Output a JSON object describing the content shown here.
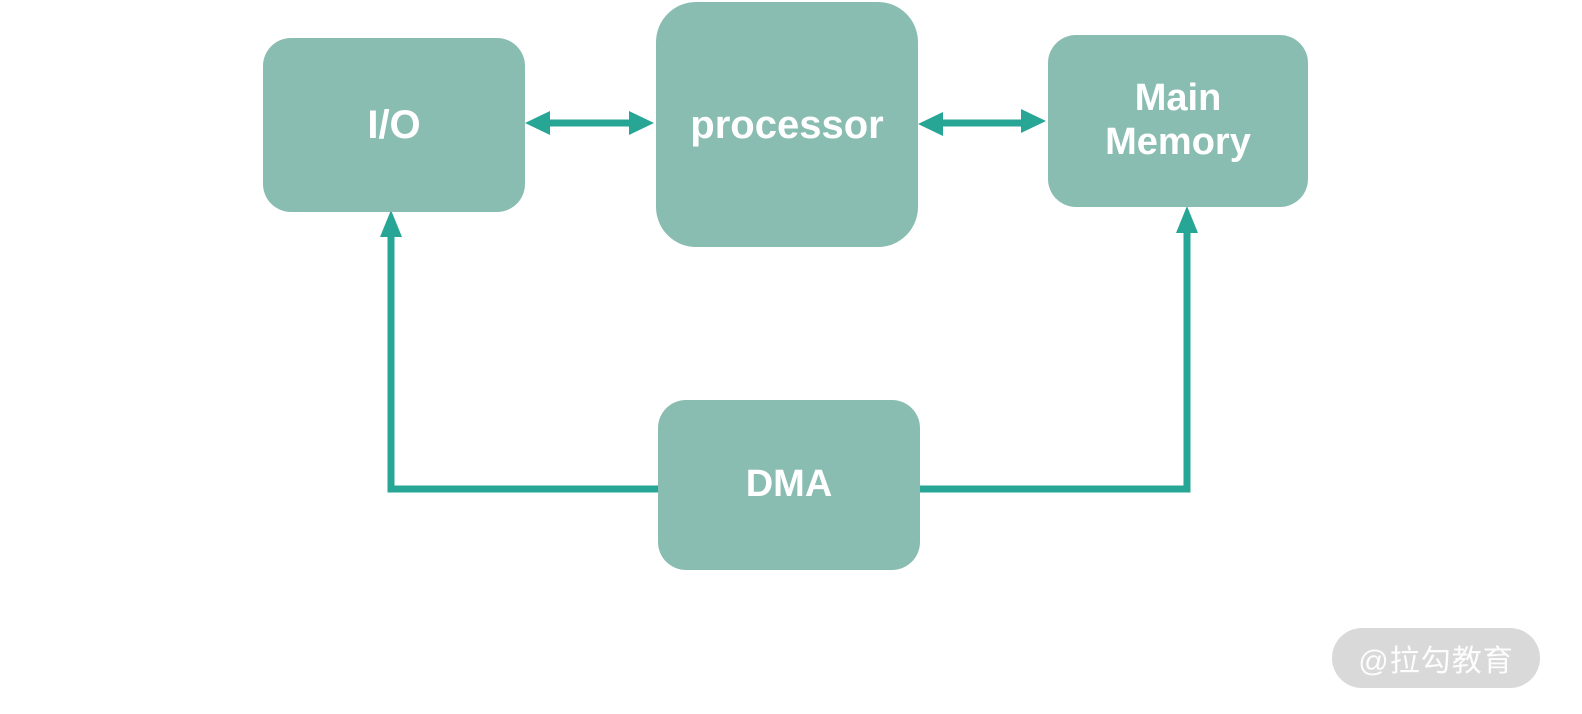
{
  "diagram": {
    "type": "block-diagram",
    "background": "#ffffff",
    "nodes": [
      {
        "id": "io",
        "label": "I/O"
      },
      {
        "id": "processor",
        "label": "processor"
      },
      {
        "id": "main-memory",
        "label": "Main Memory"
      },
      {
        "id": "dma",
        "label": "DMA"
      }
    ],
    "edges": [
      {
        "from": "io",
        "to": "processor",
        "style": "double-headed-arrow"
      },
      {
        "from": "processor",
        "to": "main-memory",
        "style": "double-headed-arrow"
      },
      {
        "from": "dma",
        "to": "io",
        "style": "elbow-arrow-up"
      },
      {
        "from": "dma",
        "to": "main-memory",
        "style": "elbow-arrow-up"
      }
    ],
    "colors": {
      "node_fill": "#8abdb1",
      "node_text": "#ffffff",
      "connector": "#27a696"
    }
  },
  "watermark": {
    "label": "@拉勾教育",
    "bg": "#d9d9d9",
    "text_color": "#fdfdfd"
  }
}
